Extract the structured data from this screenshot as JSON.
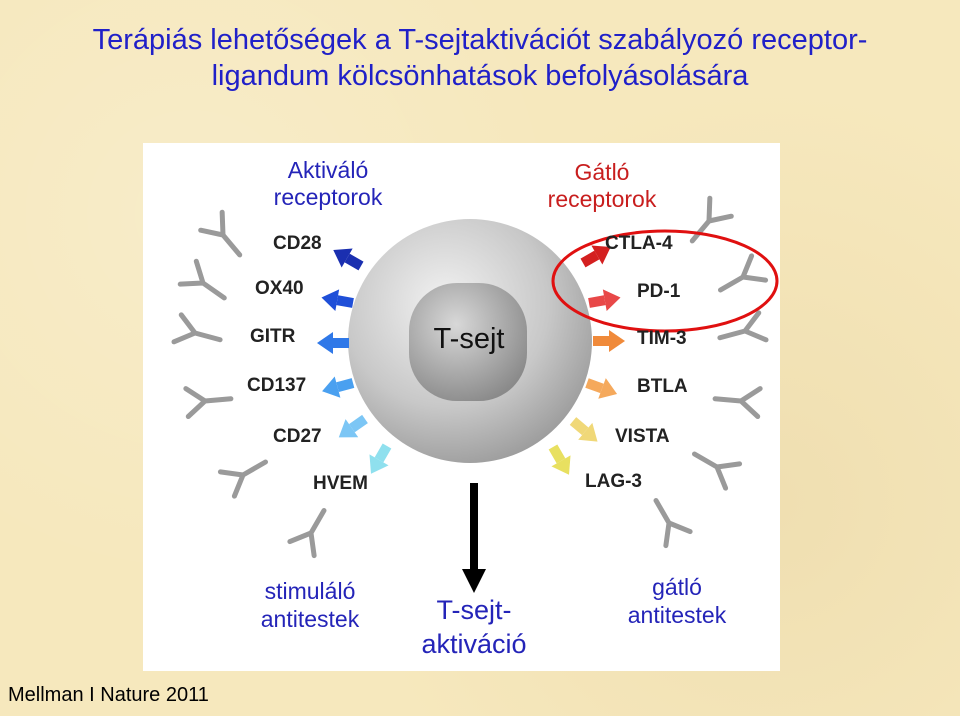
{
  "title": {
    "line1": "Terápiás lehetőségek a T-sejtaktivációt szabályozó receptor-",
    "line2": "ligandum kölcsönhatások befolyásolására"
  },
  "diagram": {
    "activating_header": {
      "line1": "Aktiváló",
      "line2": "receptorok"
    },
    "inhibitory_header": {
      "line1": "Gátló",
      "line2": "receptorok"
    },
    "cell_label": "T-sejt",
    "activating_receptors": [
      "CD28",
      "OX40",
      "GITR",
      "CD137",
      "CD27",
      "HVEM"
    ],
    "inhibitory_receptors": [
      "CTLA-4",
      "PD-1",
      "TIM-3",
      "BTLA",
      "VISTA",
      "LAG-3"
    ],
    "stimulating_antibodies": {
      "line1": "stimuláló",
      "line2": "antitestek"
    },
    "blocking_antibodies": {
      "line1": "gátló",
      "line2": "antitestek"
    },
    "outcome": {
      "line1": "T-sejt-",
      "line2": "aktiváció"
    },
    "colors": {
      "activating": [
        "#1a2fb0",
        "#1f4fd8",
        "#2f78e8",
        "#4aa0f0",
        "#7cc6f5",
        "#8fe0ee"
      ],
      "inhibitory": [
        "#d42020",
        "#e84848",
        "#f08a3a",
        "#f5a95c",
        "#f0d878",
        "#e8e060"
      ],
      "highlight": "#e01010"
    }
  },
  "citation": "Mellman I Nature 2011"
}
